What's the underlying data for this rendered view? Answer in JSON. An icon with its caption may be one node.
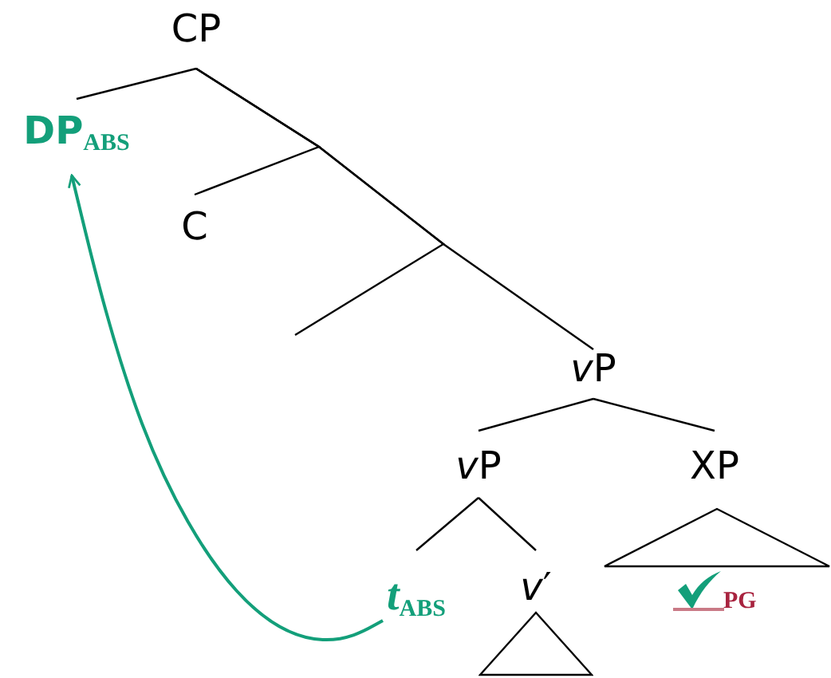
{
  "diagram": {
    "nodes": [
      {
        "text": [
          "CP"
        ]
      },
      {
        "text": [
          "DP$_{ABS}$"
        ]
      },
      {
        "text": [
          "C"
        ]
      },
      {
        "text": [
          "vP"
        ]
      },
      {
        "text": [
          "vP"
        ]
      },
      {
        "text": [
          "XP"
        ]
      },
      {
        "text": [],
        "shape": "triangle",
        "beside": [
          "PG"
        ]
      },
      {
        "text": [
          "*t*$_{ABS}$"
        ]
      },
      {
        "text": [
          "v′"
        ]
      },
      {
        "text": [],
        "shape": "triangle"
      }
    ],
    "edges": [
      {
        "from": 0,
        "to": 1,
        "arrow": "none"
      },
      {
        "from": 0,
        "to": 2,
        "arrow": "none"
      },
      {
        "from": 0,
        "to": null,
        "arrow": "none"
      },
      {
        "from": 0,
        "to": 3,
        "arrow": "none"
      },
      {
        "from": 3,
        "to": 4,
        "arrow": "none"
      },
      {
        "from": 3,
        "to": 5,
        "arrow": "none"
      },
      {
        "from": 4,
        "to": 7,
        "arrow": "none"
      },
      {
        "from": 4,
        "to": 8,
        "arrow": "none"
      },
      {
        "from": 7,
        "to": 1,
        "arrow": "to",
        "color": "#139f7a"
      }
    ]
  }
}
